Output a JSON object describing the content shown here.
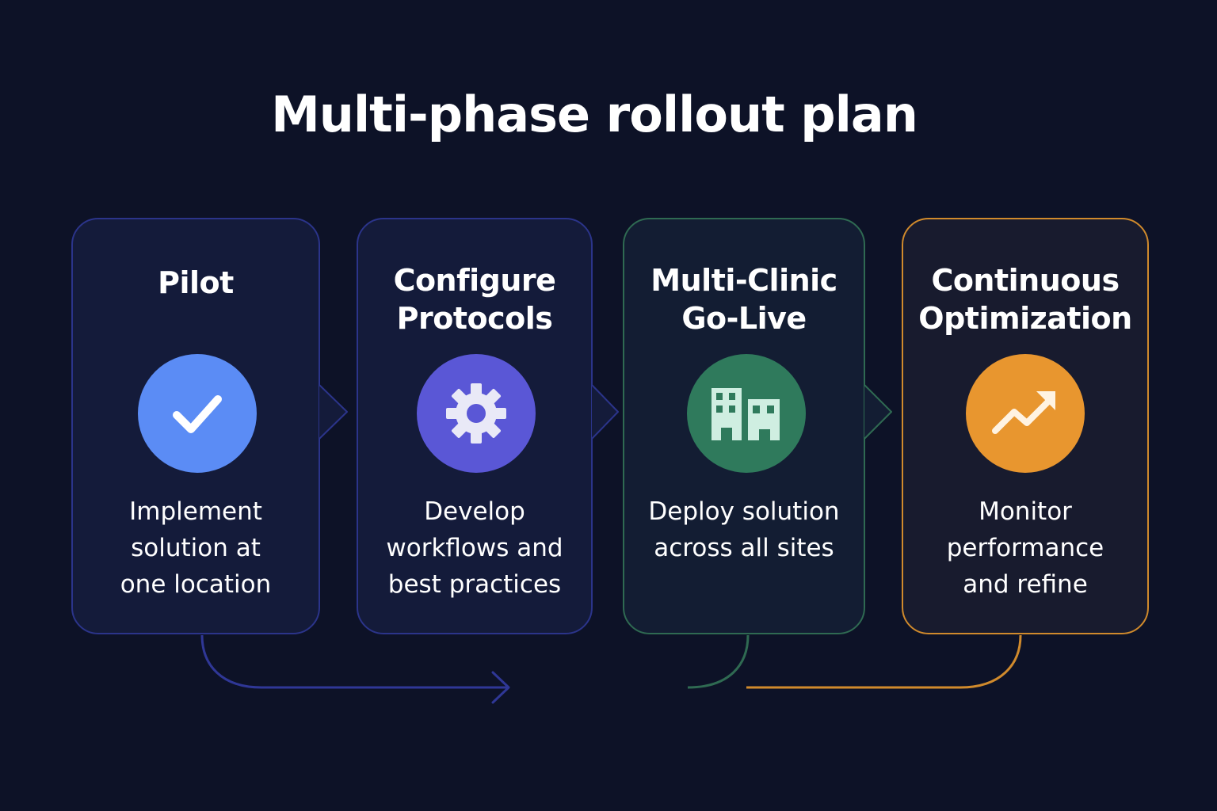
{
  "title": "Multi-phase rollout plan",
  "colors": {
    "background": "#0d1227",
    "indigo_border": "#2b348a",
    "green_border": "#2f6a52",
    "orange_border": "#d08a2c",
    "pilot_icon": "#5b8cf5",
    "configure_icon": "#5a57d6",
    "golive_icon": "#2f7a5c",
    "optimize_icon": "#e8962f"
  },
  "phases": [
    {
      "title": "Pilot",
      "description": "Implement\nsolution at\none location",
      "icon": "checkmark-icon"
    },
    {
      "title": "Configure\nProtocols",
      "description": "Develop\nworkflows and\nbest practices",
      "icon": "gear-icon"
    },
    {
      "title": "Multi-Clinic\nGo-Live",
      "description": "Deploy solution\nacross all sites",
      "icon": "buildings-icon"
    },
    {
      "title": "Continuous\nOptimization",
      "description": "Monitor\nperformance\nand refine",
      "icon": "trend-up-icon"
    }
  ]
}
